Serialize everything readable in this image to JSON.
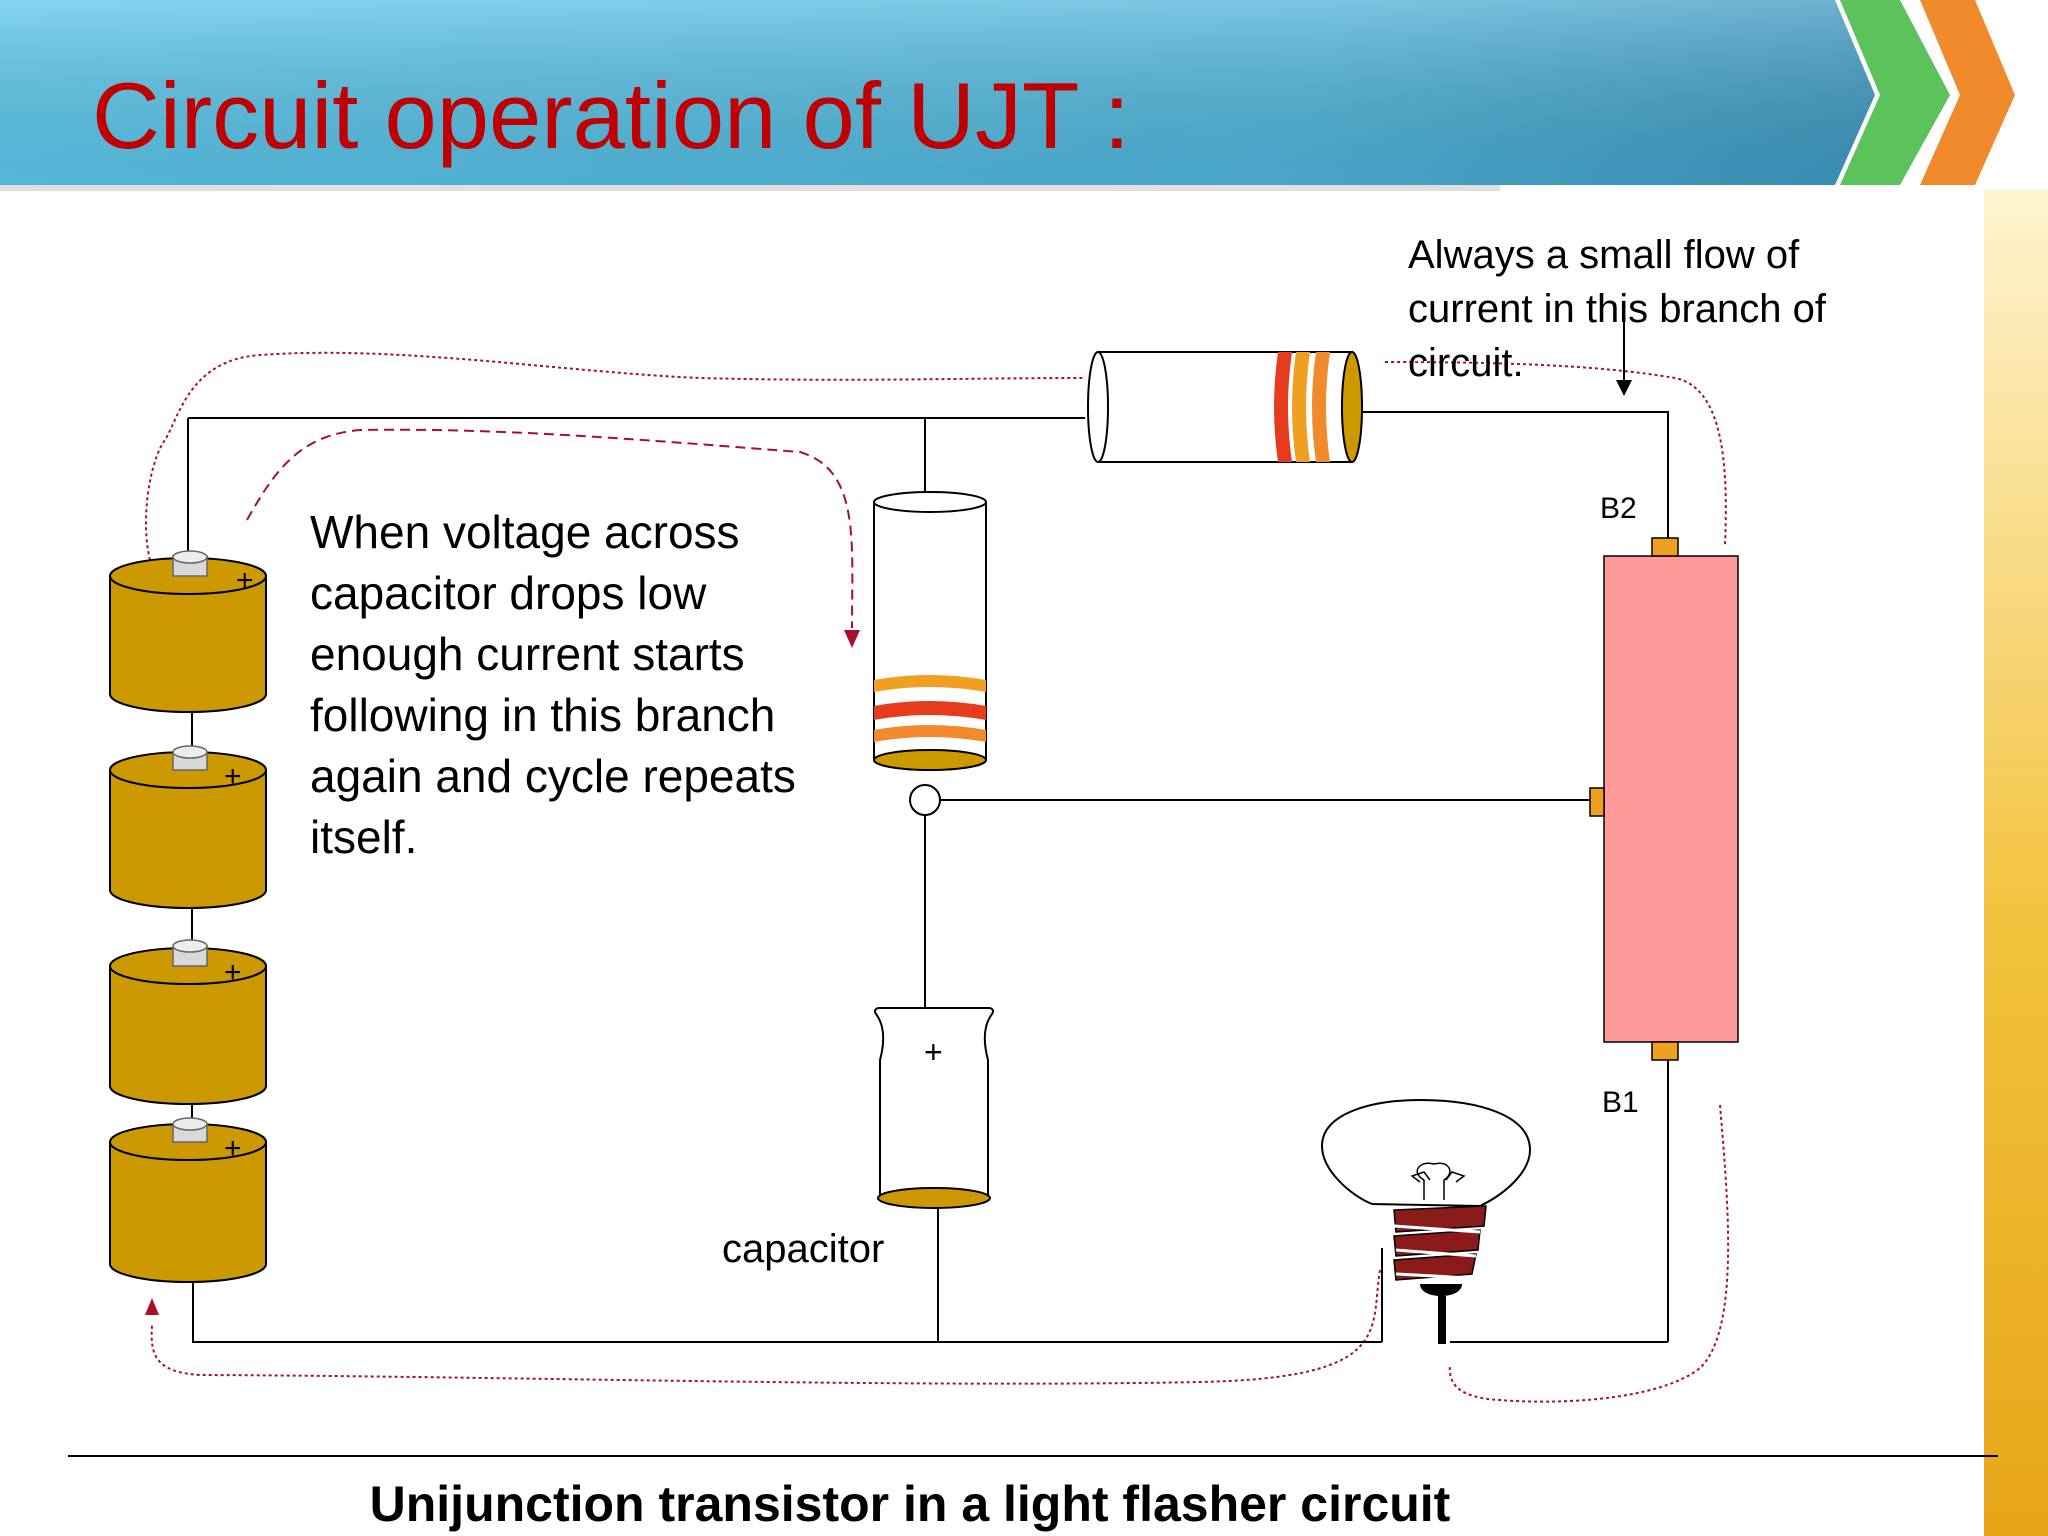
{
  "slide": {
    "title": "Circuit operation of UJT :",
    "caption": "Unijunction transistor in a light flasher circuit"
  },
  "diagram": {
    "note_top": [
      "Always a small flow of",
      "current in this branch of",
      "circuit."
    ],
    "note_left": [
      "When voltage across",
      "capacitor drops low",
      "enough current starts",
      "following in this branch",
      "again and cycle repeats",
      "itself."
    ],
    "label_b2": "B2",
    "label_b1": "B1",
    "label_capacitor": "capacitor",
    "plus_sign": "+"
  },
  "colors": {
    "title": "#c00000",
    "battery": "#cc9900",
    "ujt_body": "#ff9a9a",
    "current_path": "#a8102a",
    "banner_blue": "#4fb8dd",
    "banner_green": "#5cc35c",
    "banner_orange": "#f08a2c"
  },
  "icons": {
    "battery": "battery-cell-icon",
    "resistor": "resistor-icon",
    "capacitor": "capacitor-icon",
    "bulb": "light-bulb-icon",
    "ujt": "unijunction-transistor-icon"
  }
}
